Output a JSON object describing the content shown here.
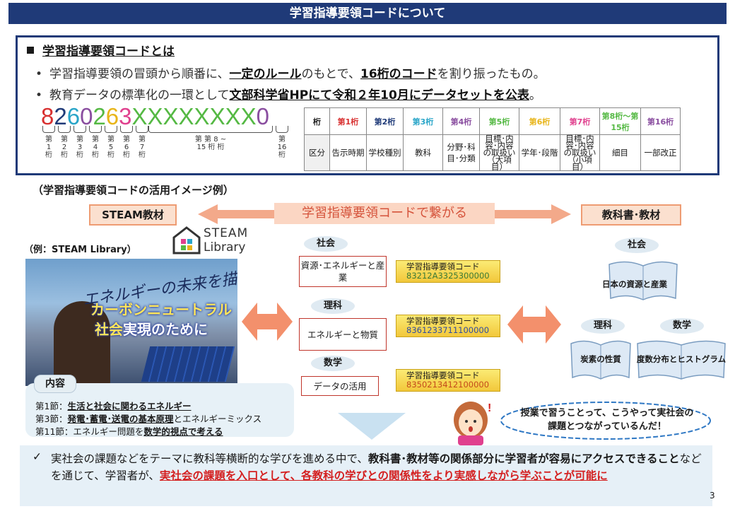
{
  "title": "学習指導要領コードについて",
  "summary": {
    "heading": "学習指導要領コードとは",
    "bullet1": [
      "学習指導要領の冒頭から順番に、",
      "一定のルール",
      "のもとで、",
      "16桁のコード",
      "を割り振ったもの。"
    ],
    "bullet2": [
      "教育データの標準化の一環として",
      "文部科学省HPにて令和２年10月にデータセットを公表",
      "。"
    ],
    "bullet_mark": "•"
  },
  "code_example": {
    "digits": [
      {
        "ch": "8",
        "color": "#d83030"
      },
      {
        "ch": "2",
        "color": "#1f3a78"
      },
      {
        "ch": "6",
        "color": "#29a5c8"
      },
      {
        "ch": "0",
        "color": "#8a4ea0"
      },
      {
        "ch": "2",
        "color": "#55b944"
      },
      {
        "ch": "6",
        "color": "#e8b51a"
      },
      {
        "ch": "3",
        "color": "#e0408e"
      },
      {
        "ch": "XXXXXXXX",
        "color": "#55b944"
      },
      {
        "ch": "0",
        "color": "#8a4ea0"
      }
    ],
    "labels": [
      "第1桁",
      "第2桁",
      "第3桁",
      "第4桁",
      "第5桁",
      "第6桁",
      "第7桁",
      "第 第 8 ~ 15 桁 桁",
      "第16桁"
    ]
  },
  "digit_table": {
    "header_label": "桁",
    "body_label": "区分",
    "columns": [
      {
        "head": "第1桁",
        "color": "#d83030",
        "body": "告示時期"
      },
      {
        "head": "第2桁",
        "color": "#1f3a78",
        "body": "学校種別"
      },
      {
        "head": "第3桁",
        "color": "#29a5c8",
        "body": "教科"
      },
      {
        "head": "第4桁",
        "color": "#8a4ea0",
        "body": "分野･科目･分類"
      },
      {
        "head": "第5桁",
        "color": "#55b944",
        "body": "目標･内容･内容の取扱い（大項目）"
      },
      {
        "head": "第6桁",
        "color": "#e8b51a",
        "body": "学年･段階"
      },
      {
        "head": "第7桁",
        "color": "#e0408e",
        "body": "目標･内容･内容の取扱い（小項目）"
      },
      {
        "head": "第8桁～第15桁",
        "color": "#55b944",
        "body": "細目"
      },
      {
        "head": "第16桁",
        "color": "#8a4ea0",
        "body": "一部改正"
      }
    ]
  },
  "usage": {
    "caption": "（学習指導要領コードの活用イメージ例）",
    "left_tag": "STEAM教材",
    "right_tag": "教科書･教材",
    "connector": "学習指導要領コードで繋がる",
    "example_caption": "（例：STEAM Library）",
    "logo_line1": "STEAM",
    "logo_line2": "Library",
    "photo_handwriting": "エネルギーの未来を描く",
    "photo_headline1": "カーボンニュートラル",
    "photo_headline2a": "社会",
    "photo_headline2b": "実現のために"
  },
  "contents": {
    "tag": "内容",
    "lines": [
      {
        "prefix": "第1節：",
        "bold": "生活と社会に関わるエネルギー",
        "suffix": ""
      },
      {
        "prefix": "第3節：",
        "bold": "発電･蓄電･送電の基本原理",
        "suffix": "とエネルギーミックス"
      },
      {
        "prefix": "第11節：エネルギー問題を",
        "bold": "数学的視点で考える",
        "suffix": ""
      }
    ]
  },
  "subjects": [
    {
      "subject": "社会",
      "topic": "資源･エネルギーと産業",
      "code_label": "学習指導要領コード",
      "code": "83212A3325300000"
    },
    {
      "subject": "理科",
      "topic": "エネルギーと物質",
      "code_label": "学習指導要領コード",
      "code": "8361233711100000"
    },
    {
      "subject": "数学",
      "topic": "データの活用",
      "code_label": "学習指導要領コード",
      "code": "8350213412100000"
    }
  ],
  "textbooks": [
    {
      "subject": "社会",
      "title": "日本の資源と産業"
    },
    {
      "subject": "理科",
      "title": "炭素の性質"
    },
    {
      "subject": "数学",
      "title": "度数分布とヒストグラム"
    }
  ],
  "speech": "授業で習うことって、こうやって実社会の課題とつながっているんだ！",
  "bottom": {
    "check": "✓",
    "part1": "実社会の課題などをテーマに教科等横断的な学びを進める中で、",
    "part2": "教科書･教材等の関係部分に学習者が容易にアクセスできること",
    "part3": "などを通じて、学習者が、",
    "part4": "実社会の課題を入口として、各教科の学びとの関係性をより実感しながら学ぶことが可能に"
  },
  "page_number": "3"
}
